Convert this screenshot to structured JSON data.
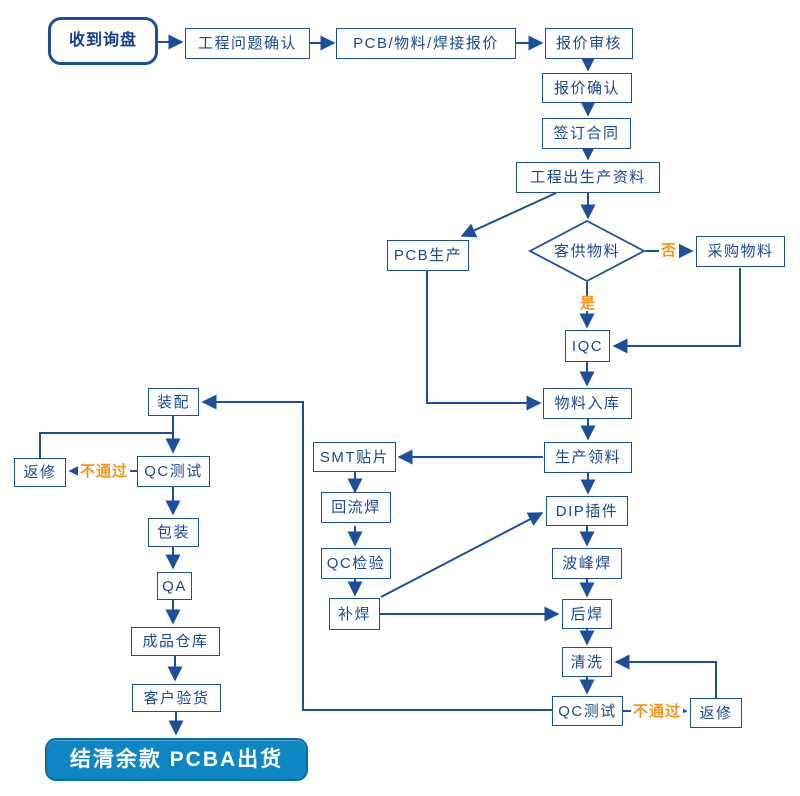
{
  "colors": {
    "line": "#1B4F9C",
    "box_border": "#1B4F9C",
    "box_text": "#17498F",
    "highlight_orange": "#F7941D",
    "terminal_fill": "#0E86C4",
    "terminal_text": "#FFFFFF"
  },
  "nodes": {
    "receive_inquiry": {
      "label": "收到询盘"
    },
    "eng_confirm": {
      "label": "工程问题确认"
    },
    "quote": {
      "label": "PCB/物料/焊接报价"
    },
    "quote_review": {
      "label": "报价审核"
    },
    "quote_confirm": {
      "label": "报价确认"
    },
    "sign_contract": {
      "label": "签订合同"
    },
    "eng_output": {
      "label": "工程出生产资料"
    },
    "pcb_prod": {
      "label": "PCB生产"
    },
    "customer_material": {
      "label": "客供物料"
    },
    "purchase_material": {
      "label": "采购物料"
    },
    "iqc": {
      "label": "IQC"
    },
    "material_in": {
      "label": "物料入库"
    },
    "material_req": {
      "label": "生产领料"
    },
    "smt": {
      "label": "SMT贴片"
    },
    "reflow": {
      "label": "回流焊"
    },
    "qc_inspect": {
      "label": "QC检验"
    },
    "solder_fix": {
      "label": "补焊"
    },
    "dip": {
      "label": "DIP插件"
    },
    "wave_solder": {
      "label": "波峰焊"
    },
    "post_solder": {
      "label": "后焊"
    },
    "cleaning": {
      "label": "清洗"
    },
    "qc_test_right": {
      "label": "QC测试"
    },
    "rework_right": {
      "label": "返修"
    },
    "assembly": {
      "label": "装配"
    },
    "qc_test_left": {
      "label": "QC测试"
    },
    "rework_left": {
      "label": "返修"
    },
    "packing": {
      "label": "包装"
    },
    "qa": {
      "label": "QA"
    },
    "finished_warehouse": {
      "label": "成品仓库"
    },
    "customer_inspection": {
      "label": "客户验货"
    },
    "ship": {
      "label": "结清余款 PCBA出货"
    }
  },
  "edge_labels": {
    "no": "否",
    "yes": "是",
    "fail_left": "不通过",
    "fail_right": "不通过"
  }
}
